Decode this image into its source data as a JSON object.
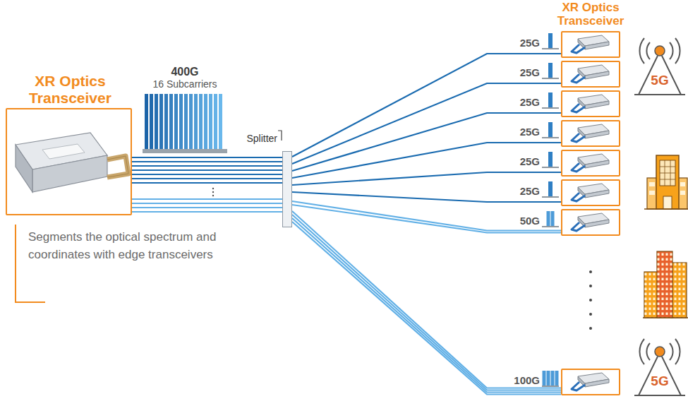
{
  "diagram": {
    "nodes": [
      {
        "text": [
          "XR Optics Transceiver"
        ]
      },
      {
        "text": [
          "Splitter"
        ]
      },
      {
        "text": [
          "25G"
        ]
      },
      {
        "text": [
          "25G"
        ]
      },
      {
        "text": [
          "25G"
        ]
      },
      {
        "text": [
          "25G"
        ]
      },
      {
        "text": [
          "25G"
        ]
      },
      {
        "text": [
          "25G"
        ]
      },
      {
        "text": [
          "50G"
        ]
      },
      {
        "text": [
          "100G"
        ]
      }
    ],
    "edges": [
      {
        "from": 0,
        "to": 1,
        "arrow": "none"
      },
      {
        "from": 1,
        "to": 2,
        "arrow": "none"
      },
      {
        "from": 1,
        "to": 3,
        "arrow": "none"
      },
      {
        "from": 1,
        "to": 4,
        "arrow": "none"
      },
      {
        "from": 1,
        "to": 5,
        "arrow": "none"
      },
      {
        "from": 1,
        "to": 6,
        "arrow": "none"
      },
      {
        "from": 1,
        "to": 7,
        "arrow": "none"
      },
      {
        "from": 1,
        "to": 8,
        "arrow": "none"
      },
      {
        "from": 1,
        "to": 9,
        "arrow": "none"
      }
    ],
    "labels": [
      "400G",
      "16 Subcarriers",
      "Segments the optical spectrum and coordinates with edge transceivers",
      "XR Optics Transceiver",
      "5G",
      "5G"
    ]
  }
}
